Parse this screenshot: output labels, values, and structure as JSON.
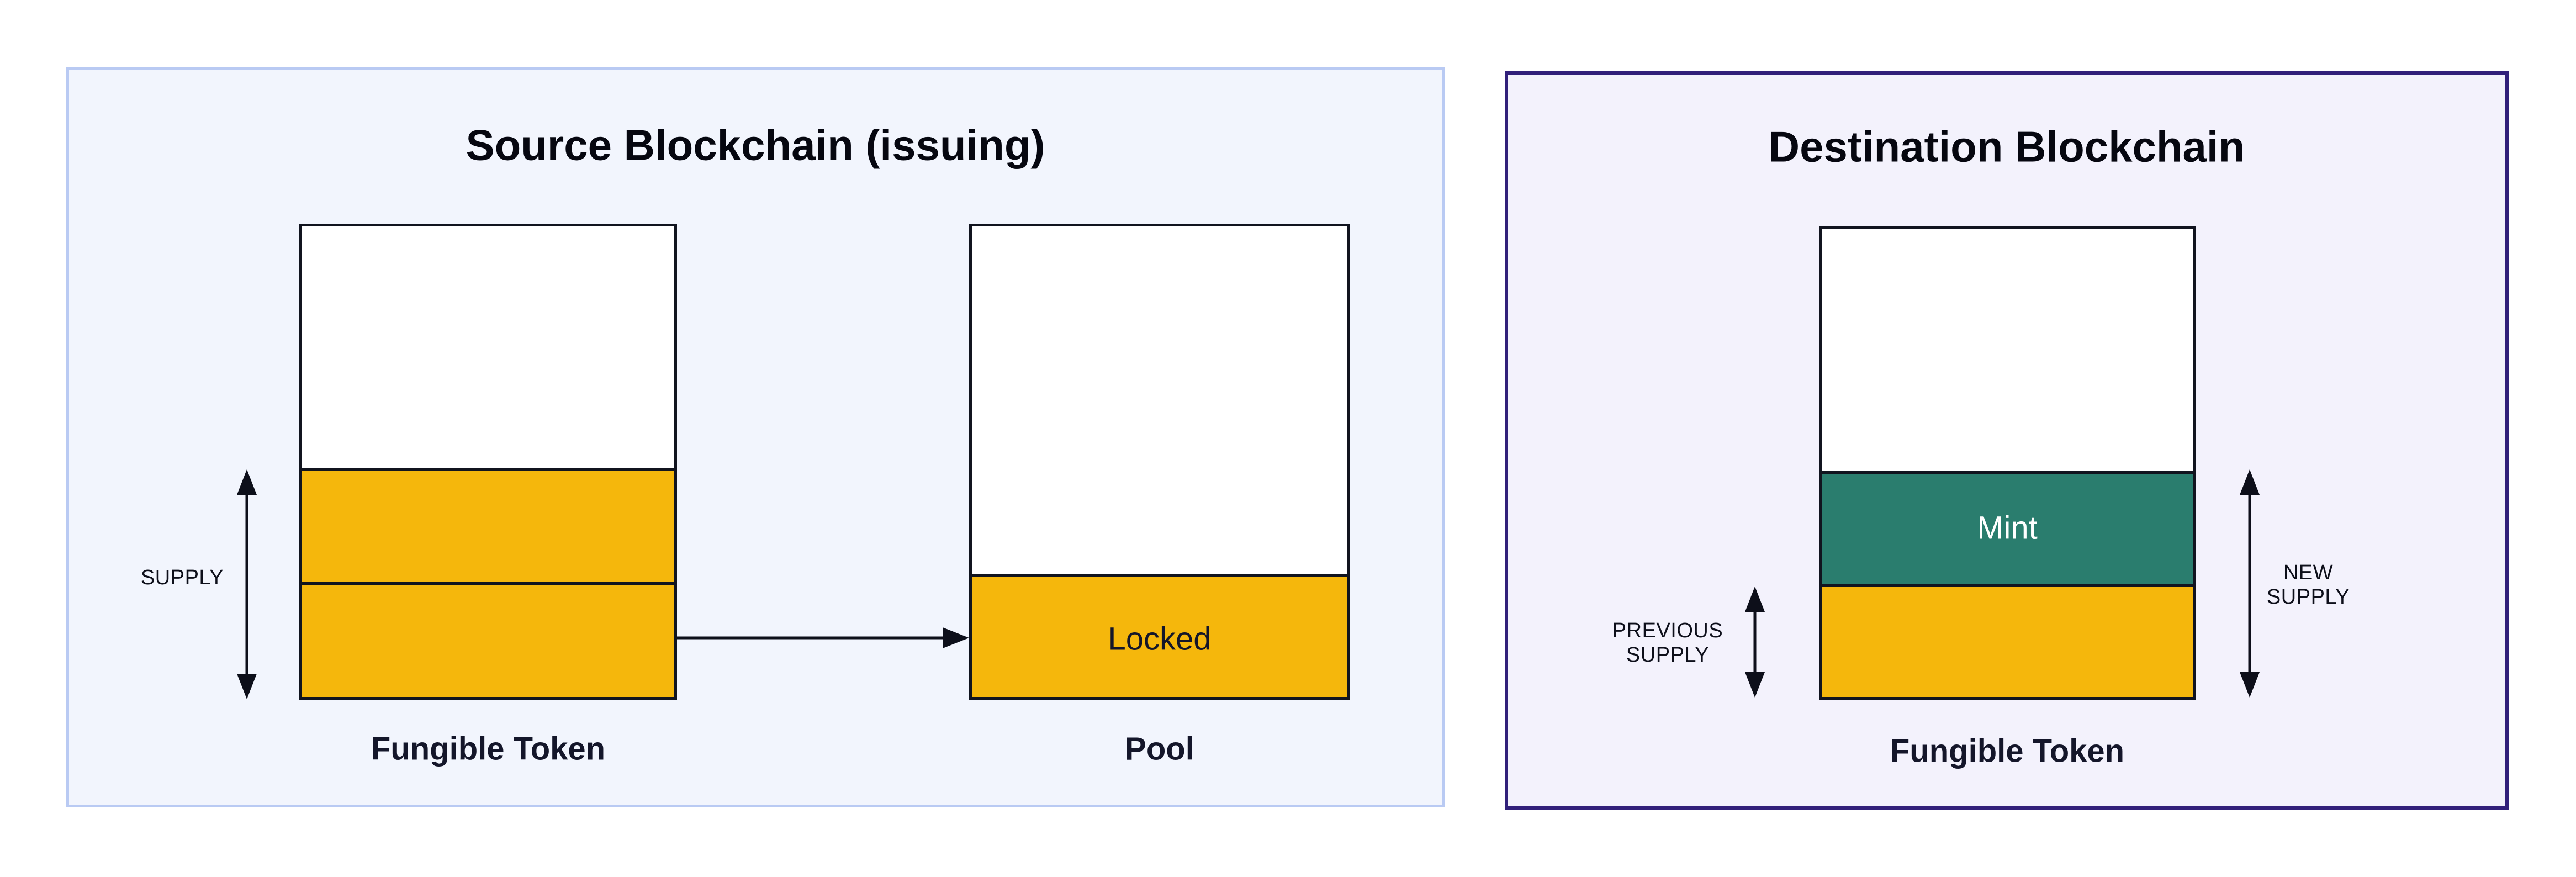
{
  "source_panel": {
    "title": "Source Blockchain (issuing)",
    "supply_label": "SUPPLY",
    "token_box_label": "Fungible Token",
    "pool_box_label": "Pool",
    "locked_label": "Locked",
    "colors": {
      "panel_bg": "#F2F5FD",
      "panel_border": "#B9CAF3",
      "token_fill": "#F5B70C"
    }
  },
  "destination_panel": {
    "title": "Destination Blockchain",
    "previous_supply_label": {
      "line1": "PREVIOUS",
      "line2": "SUPPLY"
    },
    "new_supply_label": {
      "line1": "NEW",
      "line2": "SUPPLY"
    },
    "mint_label": "Mint",
    "token_box_label": "Fungible Token",
    "colors": {
      "panel_bg": "#F3F2FC",
      "panel_border": "#31207A",
      "mint_fill": "#2A7D6E",
      "mint_text": "#FFFFFF",
      "token_fill": "#F5B70C"
    }
  }
}
